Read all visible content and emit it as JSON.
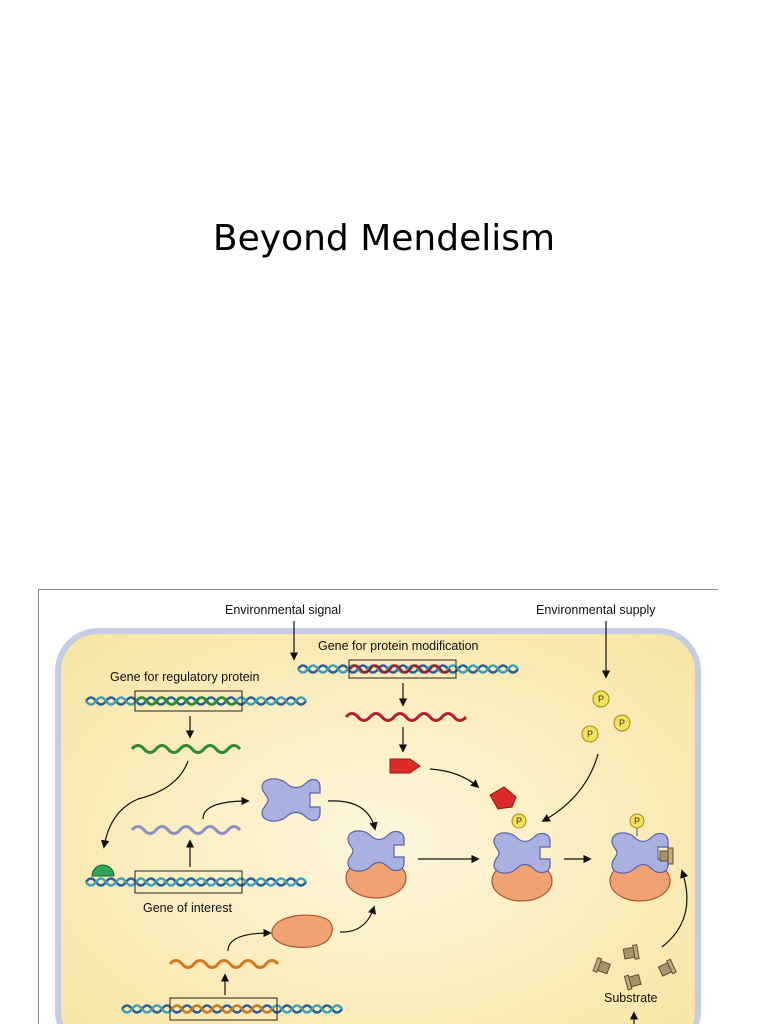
{
  "slide": {
    "title": "Beyond Mendelism"
  },
  "diagram": {
    "labels": {
      "environmental_signal": "Environmental signal",
      "environmental_supply": "Environmental supply",
      "gene_protein_modification": "Gene for protein modification",
      "gene_regulatory_protein": "Gene for regulatory protein",
      "gene_of_interest": "Gene of interest",
      "substrate": "Substrate",
      "phosphate": "P"
    },
    "colors": {
      "cell_fill": "#fbf0c0",
      "cell_border": "#bcc9e2",
      "mrna_regulatory": "#2f8a2f",
      "mrna_modification": "#b21f2f",
      "mrna_interest": "#8c90c2",
      "mrna_partner": "#d17a1e",
      "protein_blue": "#aab0e0",
      "protein_orange": "#f0a272",
      "modifier_red": "#e02a2a",
      "phosphate_yellow": "#f5e25a",
      "regulator_green": "#2fa35a",
      "substrate_tan": "#a8926a"
    }
  }
}
